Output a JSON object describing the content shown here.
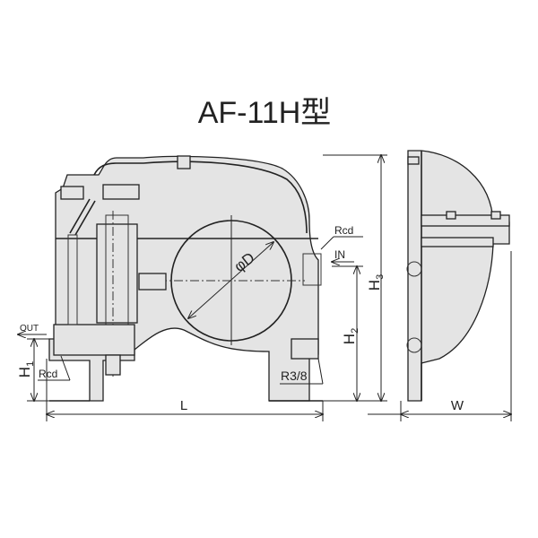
{
  "title": "AF-11H型",
  "labels": {
    "rcd_top": "Rcd",
    "in": "IN",
    "out": "OUT",
    "rcd_bottom": "Rcd",
    "phi_d": "φD",
    "r38": "R3/8",
    "l": "L",
    "w": "W",
    "h1": {
      "main": "H",
      "sub": "1"
    },
    "h2": {
      "main": "H",
      "sub": "2"
    },
    "h3": {
      "main": "H",
      "sub": "3"
    }
  }
}
